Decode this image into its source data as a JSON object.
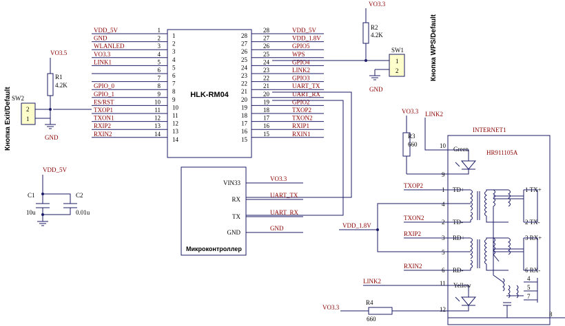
{
  "module": {
    "name": "HLK-RM04",
    "left_pins": [
      {
        "num": "1",
        "net": "VDD_5V"
      },
      {
        "num": "2",
        "net": "GND"
      },
      {
        "num": "3",
        "net": "WLANLED"
      },
      {
        "num": "4",
        "net": "VO3.3"
      },
      {
        "num": "5",
        "net": "LINK1"
      },
      {
        "num": "6",
        "net": ""
      },
      {
        "num": "7",
        "net": ""
      },
      {
        "num": "8",
        "net": "GPIO_0"
      },
      {
        "num": "9",
        "net": "GPIO_1"
      },
      {
        "num": "10",
        "net": "ES/RST"
      },
      {
        "num": "11",
        "net": "TXOP1"
      },
      {
        "num": "12",
        "net": "TXON1"
      },
      {
        "num": "13",
        "net": "RXIP2"
      },
      {
        "num": "14",
        "net": "RXIN2"
      }
    ],
    "right_pins": [
      {
        "num": "28",
        "net": "VDD_5V"
      },
      {
        "num": "27",
        "net": "VDD_1.8V"
      },
      {
        "num": "26",
        "net": "GPIO5"
      },
      {
        "num": "25",
        "net": "WPS"
      },
      {
        "num": "24",
        "net": "GPIO4"
      },
      {
        "num": "23",
        "net": "LINK2"
      },
      {
        "num": "22",
        "net": "GPIO3"
      },
      {
        "num": "21",
        "net": "UART_TX"
      },
      {
        "num": "20",
        "net": "UART_RX"
      },
      {
        "num": "19",
        "net": "GPIO2"
      },
      {
        "num": "18",
        "net": "TXOP2"
      },
      {
        "num": "17",
        "net": "TXON2"
      },
      {
        "num": "16",
        "net": "RXIP1"
      },
      {
        "num": "15",
        "net": "RXIN1"
      }
    ]
  },
  "mcu": {
    "title": "Микроконтроллер",
    "pins": [
      "VIN33",
      "RX",
      "TX",
      "GND"
    ],
    "nets": [
      "VO3.3",
      "UART_TX",
      "UART_RX",
      "GND"
    ]
  },
  "sw1": {
    "ref": "SW1",
    "pins": [
      "1",
      "2"
    ],
    "caption": "Кнопка WPS/Default"
  },
  "sw2": {
    "ref": "SW2",
    "pins": [
      "2",
      "1"
    ],
    "caption": "Кнопка Exit/Default"
  },
  "r1": {
    "ref": "R1",
    "value": "4.2K",
    "supply": "VO3.5"
  },
  "r2": {
    "ref": "R2",
    "value": "4.2K",
    "supply": "VO3.3"
  },
  "r3": {
    "ref": "R3",
    "value": "660",
    "supply": "VO3.3",
    "net": "LINK2"
  },
  "r4": {
    "ref": "R4",
    "value": "660",
    "supply": "VO3.3"
  },
  "caps": {
    "supply": "VDD_5V",
    "c1": {
      "ref": "C1",
      "value": "10u"
    },
    "c2": {
      "ref": "C2",
      "value": "0.01u"
    }
  },
  "gnd_label": "GND",
  "magjack": {
    "title": "INTERNET1",
    "part": "HR911105A",
    "green": "Green",
    "yellow": "Yellow",
    "pin_nums": [
      "10",
      "9",
      "1",
      "4",
      "2",
      "3",
      "5",
      "6",
      "11",
      "12",
      "8"
    ],
    "pin_labels": [
      "TD+",
      "TD-",
      "RD+",
      "RD-"
    ],
    "right_labels": [
      "1 TX+",
      "2 TX-",
      "3 RX+",
      "6 RX-",
      "4",
      "5",
      "7"
    ],
    "nets": {
      "txop2": "TXOP2",
      "txon2": "TXON2",
      "rxip2": "RXIP2",
      "rxin2": "RXIN2",
      "link2": "LINK2",
      "vdd18": "VDD_1.8V"
    }
  }
}
